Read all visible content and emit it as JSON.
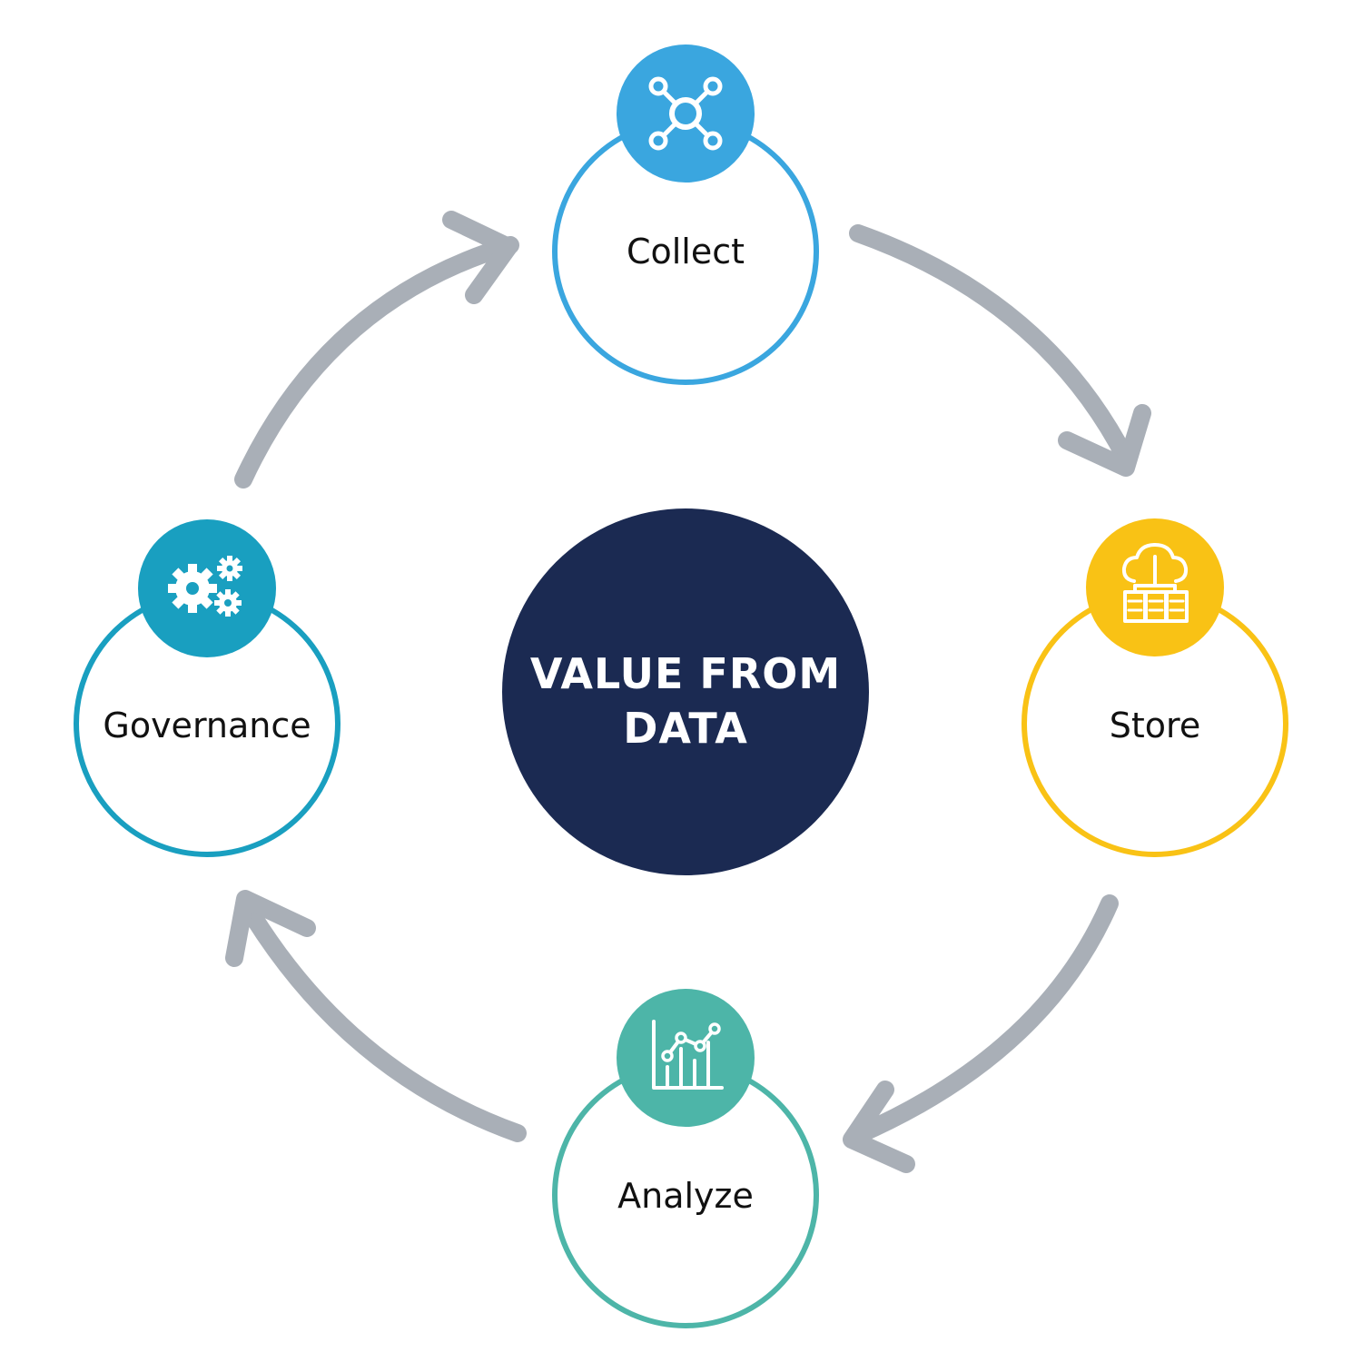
{
  "center": {
    "line1": "VALUE FROM",
    "line2": "DATA",
    "color": "#1b2a52"
  },
  "arrow_color": "#a9afb7",
  "stages": [
    {
      "label": "Collect",
      "color": "#3aa6df",
      "icon": "network-hub-icon"
    },
    {
      "label": "Store",
      "color": "#f9c215",
      "icon": "cloud-storage-icon"
    },
    {
      "label": "Analyze",
      "color": "#4db5a8",
      "icon": "bar-line-chart-icon"
    },
    {
      "label": "Governance",
      "color": "#199fc0",
      "icon": "gears-icon"
    }
  ]
}
